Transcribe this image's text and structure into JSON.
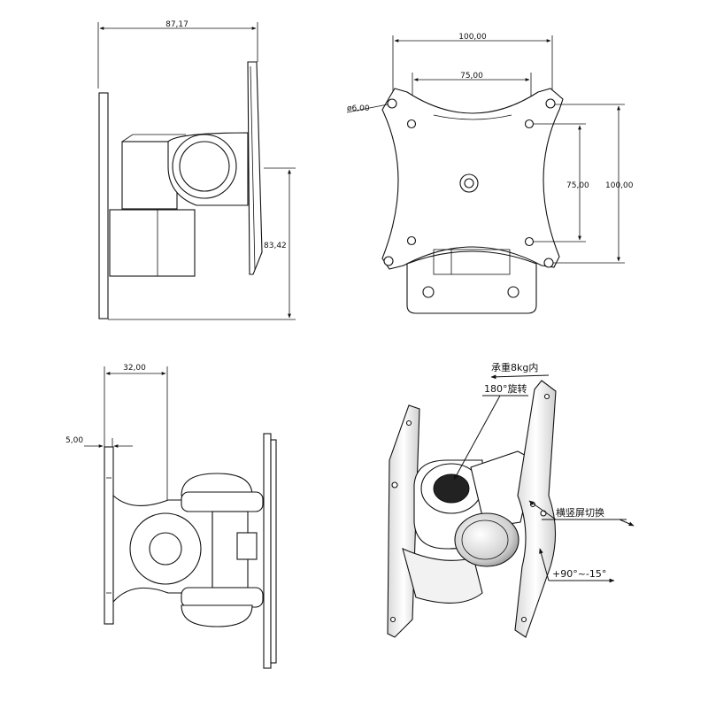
{
  "views": {
    "side": {
      "width_dim": "87,17",
      "height_dim": "83,42"
    },
    "front": {
      "hole_diameter": "ø6,00",
      "outer_spacing_h": "100,00",
      "inner_spacing_h": "75,00",
      "inner_spacing_v": "75,00",
      "outer_spacing_v": "100,00"
    },
    "top": {
      "depth_dim": "32,00",
      "plate_dim": "5,00"
    },
    "perspective": {
      "load_note": "承重8kg内",
      "rotation_note": "180°旋转",
      "orientation_note": "横竖屏切换",
      "tilt_note": "+90°~-15°"
    }
  }
}
